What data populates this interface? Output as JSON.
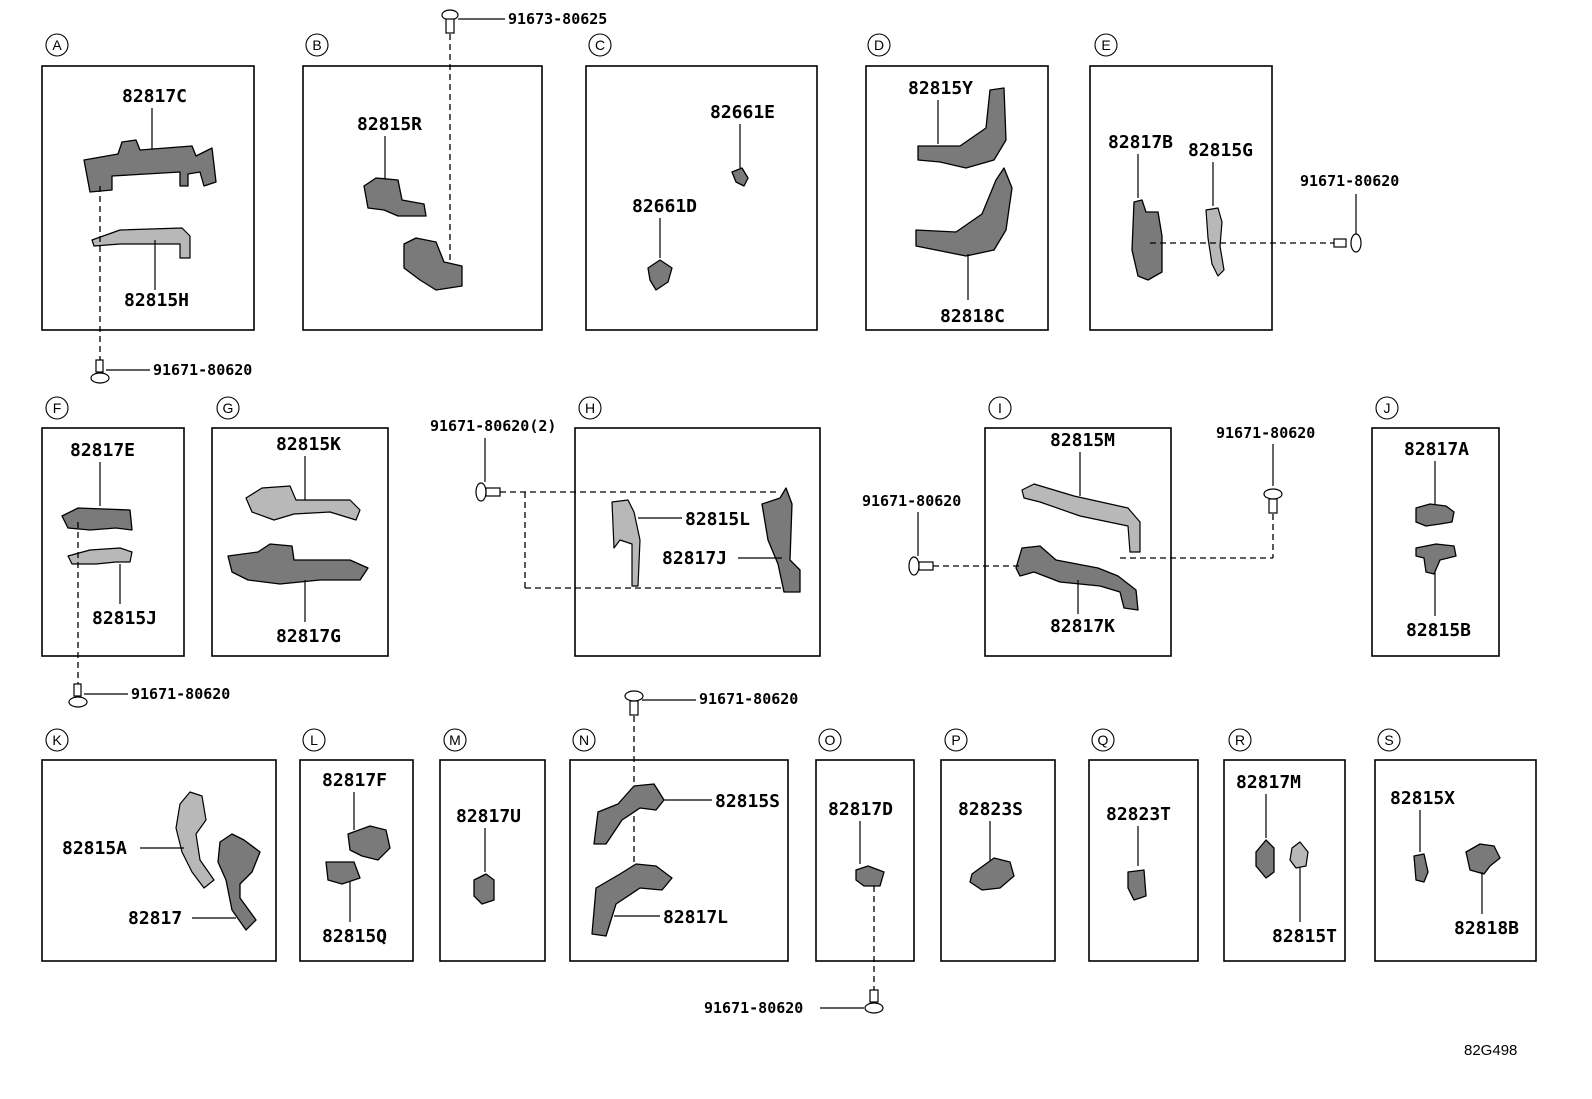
{
  "diagram_ref": "82G498",
  "panels": {
    "A": {
      "letter": "A",
      "parts": [
        "82817C",
        "82815H"
      ],
      "fastener": "91671-80620"
    },
    "B": {
      "letter": "B",
      "parts": [
        "82815R"
      ],
      "fastener": "91673-80625"
    },
    "C": {
      "letter": "C",
      "parts": [
        "82661E",
        "82661D"
      ]
    },
    "D": {
      "letter": "D",
      "parts": [
        "82815Y",
        "82818C"
      ]
    },
    "E": {
      "letter": "E",
      "parts": [
        "82817B",
        "82815G"
      ],
      "fastener": "91671-80620"
    },
    "F": {
      "letter": "F",
      "parts": [
        "82817E",
        "82815J"
      ],
      "fastener": "91671-80620"
    },
    "G": {
      "letter": "G",
      "parts": [
        "82815K",
        "82817G"
      ]
    },
    "H": {
      "letter": "H",
      "parts": [
        "82815L",
        "82817J"
      ],
      "fastener": "91671-80620(2)"
    },
    "I": {
      "letter": "I",
      "parts": [
        "82815M",
        "82817K"
      ],
      "fastener_left": "91671-80620",
      "fastener_right": "91671-80620"
    },
    "J": {
      "letter": "J",
      "parts": [
        "82817A",
        "82815B"
      ]
    },
    "K": {
      "letter": "K",
      "parts": [
        "82815A",
        "82817"
      ]
    },
    "L": {
      "letter": "L",
      "parts": [
        "82817F",
        "82815Q"
      ]
    },
    "M": {
      "letter": "M",
      "parts": [
        "82817U"
      ]
    },
    "N": {
      "letter": "N",
      "parts": [
        "82815S",
        "82817L"
      ],
      "fastener": "91671-80620"
    },
    "O": {
      "letter": "O",
      "parts": [
        "82817D"
      ],
      "fastener": "91671-80620"
    },
    "P": {
      "letter": "P",
      "parts": [
        "82823S"
      ]
    },
    "Q": {
      "letter": "Q",
      "parts": [
        "82823T"
      ]
    },
    "R": {
      "letter": "R",
      "parts": [
        "82817M",
        "82815T"
      ]
    },
    "S": {
      "letter": "S",
      "parts": [
        "82815X",
        "82818B"
      ]
    }
  }
}
